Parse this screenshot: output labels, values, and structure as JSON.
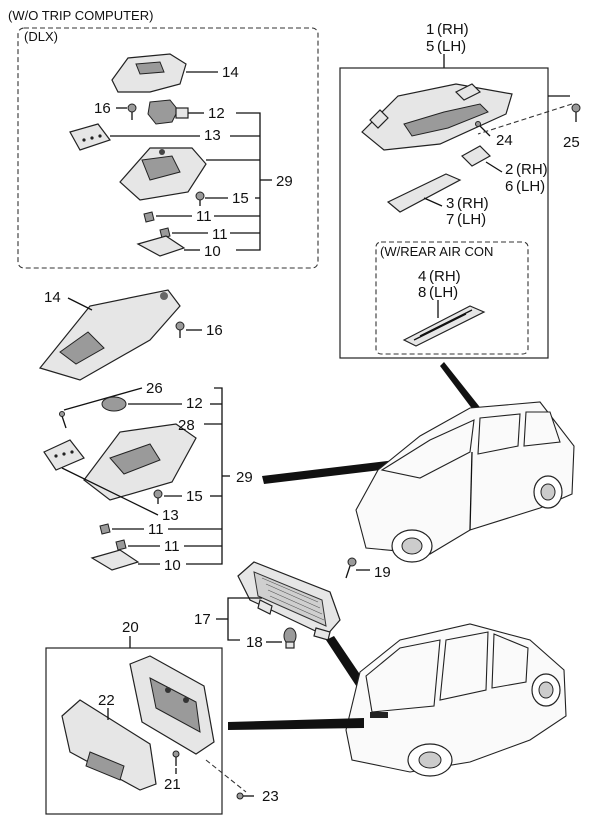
{
  "captions": {
    "wo_trip": "(W/O TRIP COMPUTER)",
    "dlx": "(DLX)",
    "rear_air": "(W/REAR AIR CON"
  },
  "parts": {
    "p1": "1",
    "p1_side": "(RH)",
    "p5": "5",
    "p5_side": "(LH)",
    "p2": "2",
    "p2_side": "(RH)",
    "p6": "6",
    "p6_side": "(LH)",
    "p3": "3",
    "p3_side": "(RH)",
    "p7": "7",
    "p7_side": "(LH)",
    "p4": "4",
    "p4_side": "(RH)",
    "p8": "8",
    "p8_side": "(LH)",
    "p10": "10",
    "p11": "11",
    "p12": "12",
    "p13": "13",
    "p14": "14",
    "p15": "15",
    "p16": "16",
    "p17": "17",
    "p18": "18",
    "p19": "19",
    "p20": "20",
    "p21": "21",
    "p22": "22",
    "p23": "23",
    "p24": "24",
    "p25": "25",
    "p26": "26",
    "p28": "28",
    "p29": "29"
  }
}
